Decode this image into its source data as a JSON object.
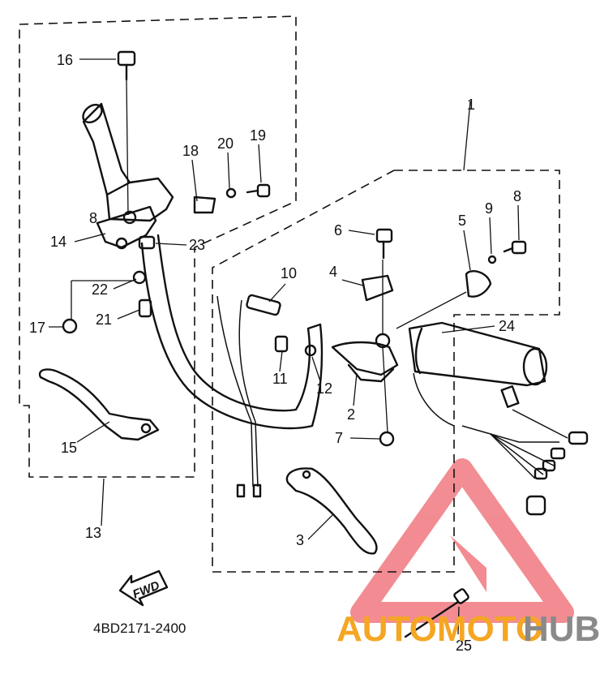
{
  "diagram": {
    "part_numbers": [
      "1",
      "2",
      "3",
      "4",
      "5",
      "6",
      "7",
      "8",
      "9",
      "10",
      "11",
      "12",
      "13",
      "14",
      "15",
      "16",
      "17",
      "18",
      "19",
      "20",
      "21",
      "22",
      "23",
      "24",
      "25"
    ],
    "extra_labels": [
      "8"
    ],
    "diagram_code": "4BD2171-2400",
    "direction_label": "FWD"
  },
  "watermark": {
    "left_text": "AUTOMOTO",
    "right_text": "HUB",
    "left_color": "#f5a623",
    "right_color": "#8a8a8a",
    "triangle_color": "#e8303a"
  }
}
